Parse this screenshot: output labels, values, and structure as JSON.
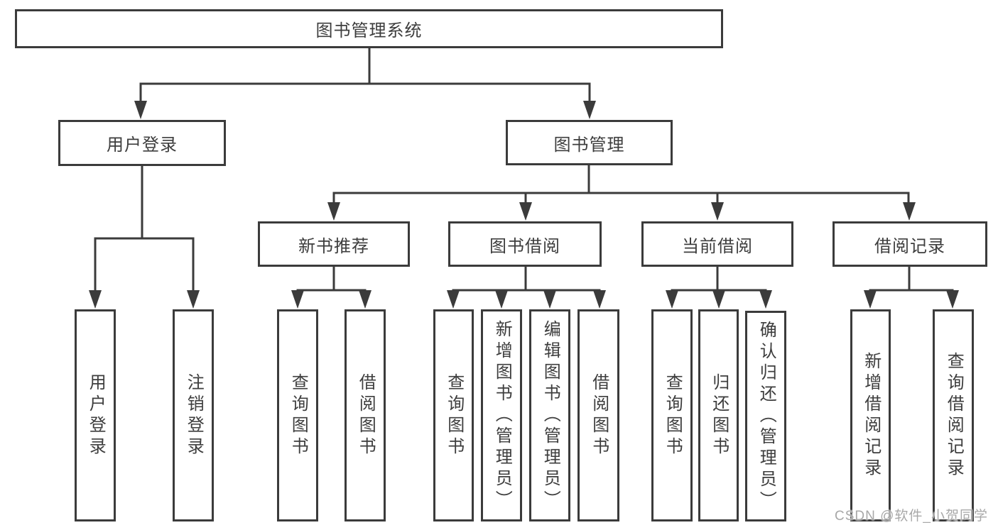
{
  "colors": {
    "line": "#3b3b3b",
    "text": "#3d3d3d",
    "background": "#ffffff",
    "watermark": "#a8a8a8"
  },
  "tree": {
    "root": "图书管理系统",
    "branches": [
      {
        "label": "用户登录",
        "children": [
          "用户登录",
          "注销登录"
        ]
      },
      {
        "label": "图书管理",
        "groups": [
          {
            "label": "新书推荐",
            "children": [
              "查询图书",
              "借阅图书"
            ]
          },
          {
            "label": "图书借阅",
            "children": [
              "查询图书",
              "新增图书（管理员）",
              "编辑图书（管理员）",
              "借阅图书"
            ]
          },
          {
            "label": "当前借阅",
            "children": [
              "查询图书",
              "归还图书",
              "确认归还（管理员）"
            ]
          },
          {
            "label": "借阅记录",
            "children": [
              "新增借阅记录",
              "查询借阅记录"
            ]
          }
        ]
      }
    ]
  },
  "watermark": {
    "text": "CSDN @软件_小贺同学"
  }
}
